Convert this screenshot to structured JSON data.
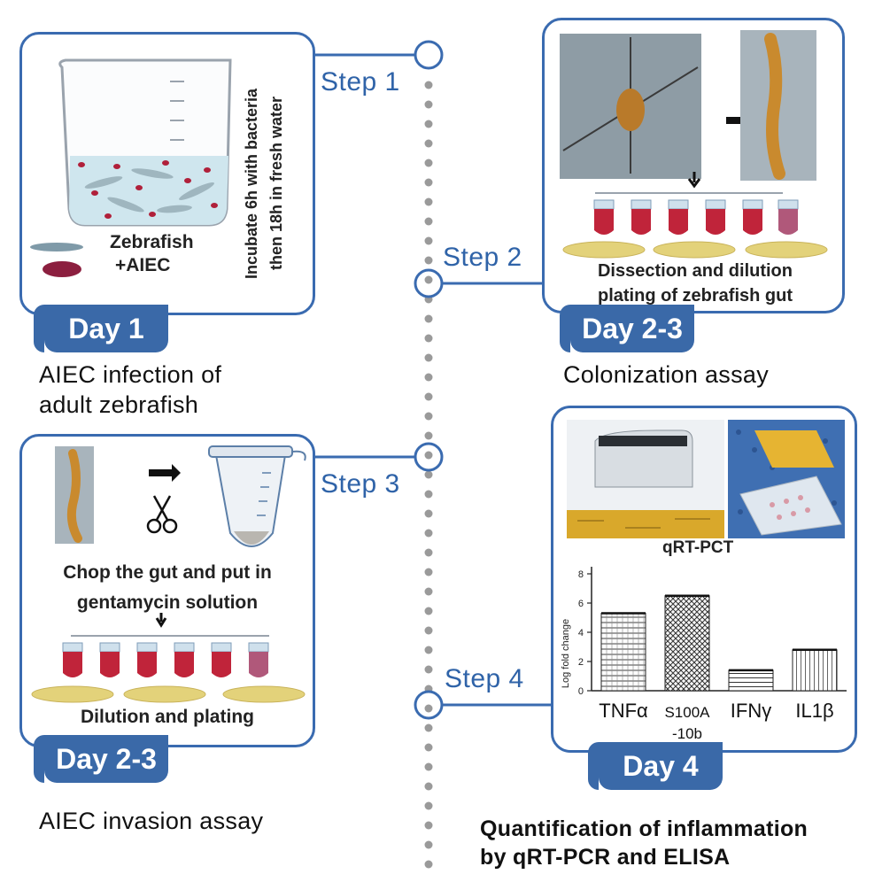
{
  "steps": [
    "Step 1",
    "Step 2",
    "Step 3",
    "Step 4"
  ],
  "panel1": {
    "label_fish": "Zebrafish",
    "label_aiec": "+AIEC",
    "incubate_line1": "Incubate 6h with bacteria",
    "incubate_line2": "then 18h in fresh water",
    "day": "Day 1",
    "caption_line1": "AIEC infection of",
    "caption_line2": "adult zebrafish"
  },
  "panel2": {
    "note_line1": "Dissection and dilution",
    "note_line2": "plating of zebrafish gut",
    "day": "Day 2-3",
    "caption": "Colonization assay"
  },
  "panel3": {
    "note1_line1": "Chop the gut and put in",
    "note1_line2": "gentamycin solution",
    "note2": "Dilution and plating",
    "day": "Day 2-3",
    "caption": "AIEC invasion assay"
  },
  "panel4": {
    "photo_label": "qRT-PCT",
    "day": "Day 4",
    "caption_line1": "Quantification of inflammation",
    "caption_line2": "by qRT-PCR and ELISA"
  },
  "chart_data": {
    "type": "bar",
    "ylabel": "Log fold change",
    "categories": [
      "TNFα",
      "S100A-10b",
      "IFNγ",
      "IL1β"
    ],
    "category_lines": [
      [
        "TNFα"
      ],
      [
        "S100A",
        "-10b"
      ],
      [
        "IFNγ"
      ],
      [
        "IL1β"
      ]
    ],
    "values": [
      5.3,
      6.5,
      1.4,
      2.8
    ],
    "yticks": [
      0,
      2,
      4,
      6,
      8
    ],
    "ylim": [
      0,
      8
    ]
  },
  "colors": {
    "accent": "#3a6bb0",
    "tab": "#3a69a8",
    "step_text": "#2f63a8",
    "tube_red": "#c0243a",
    "plate": "#e3d27a"
  }
}
